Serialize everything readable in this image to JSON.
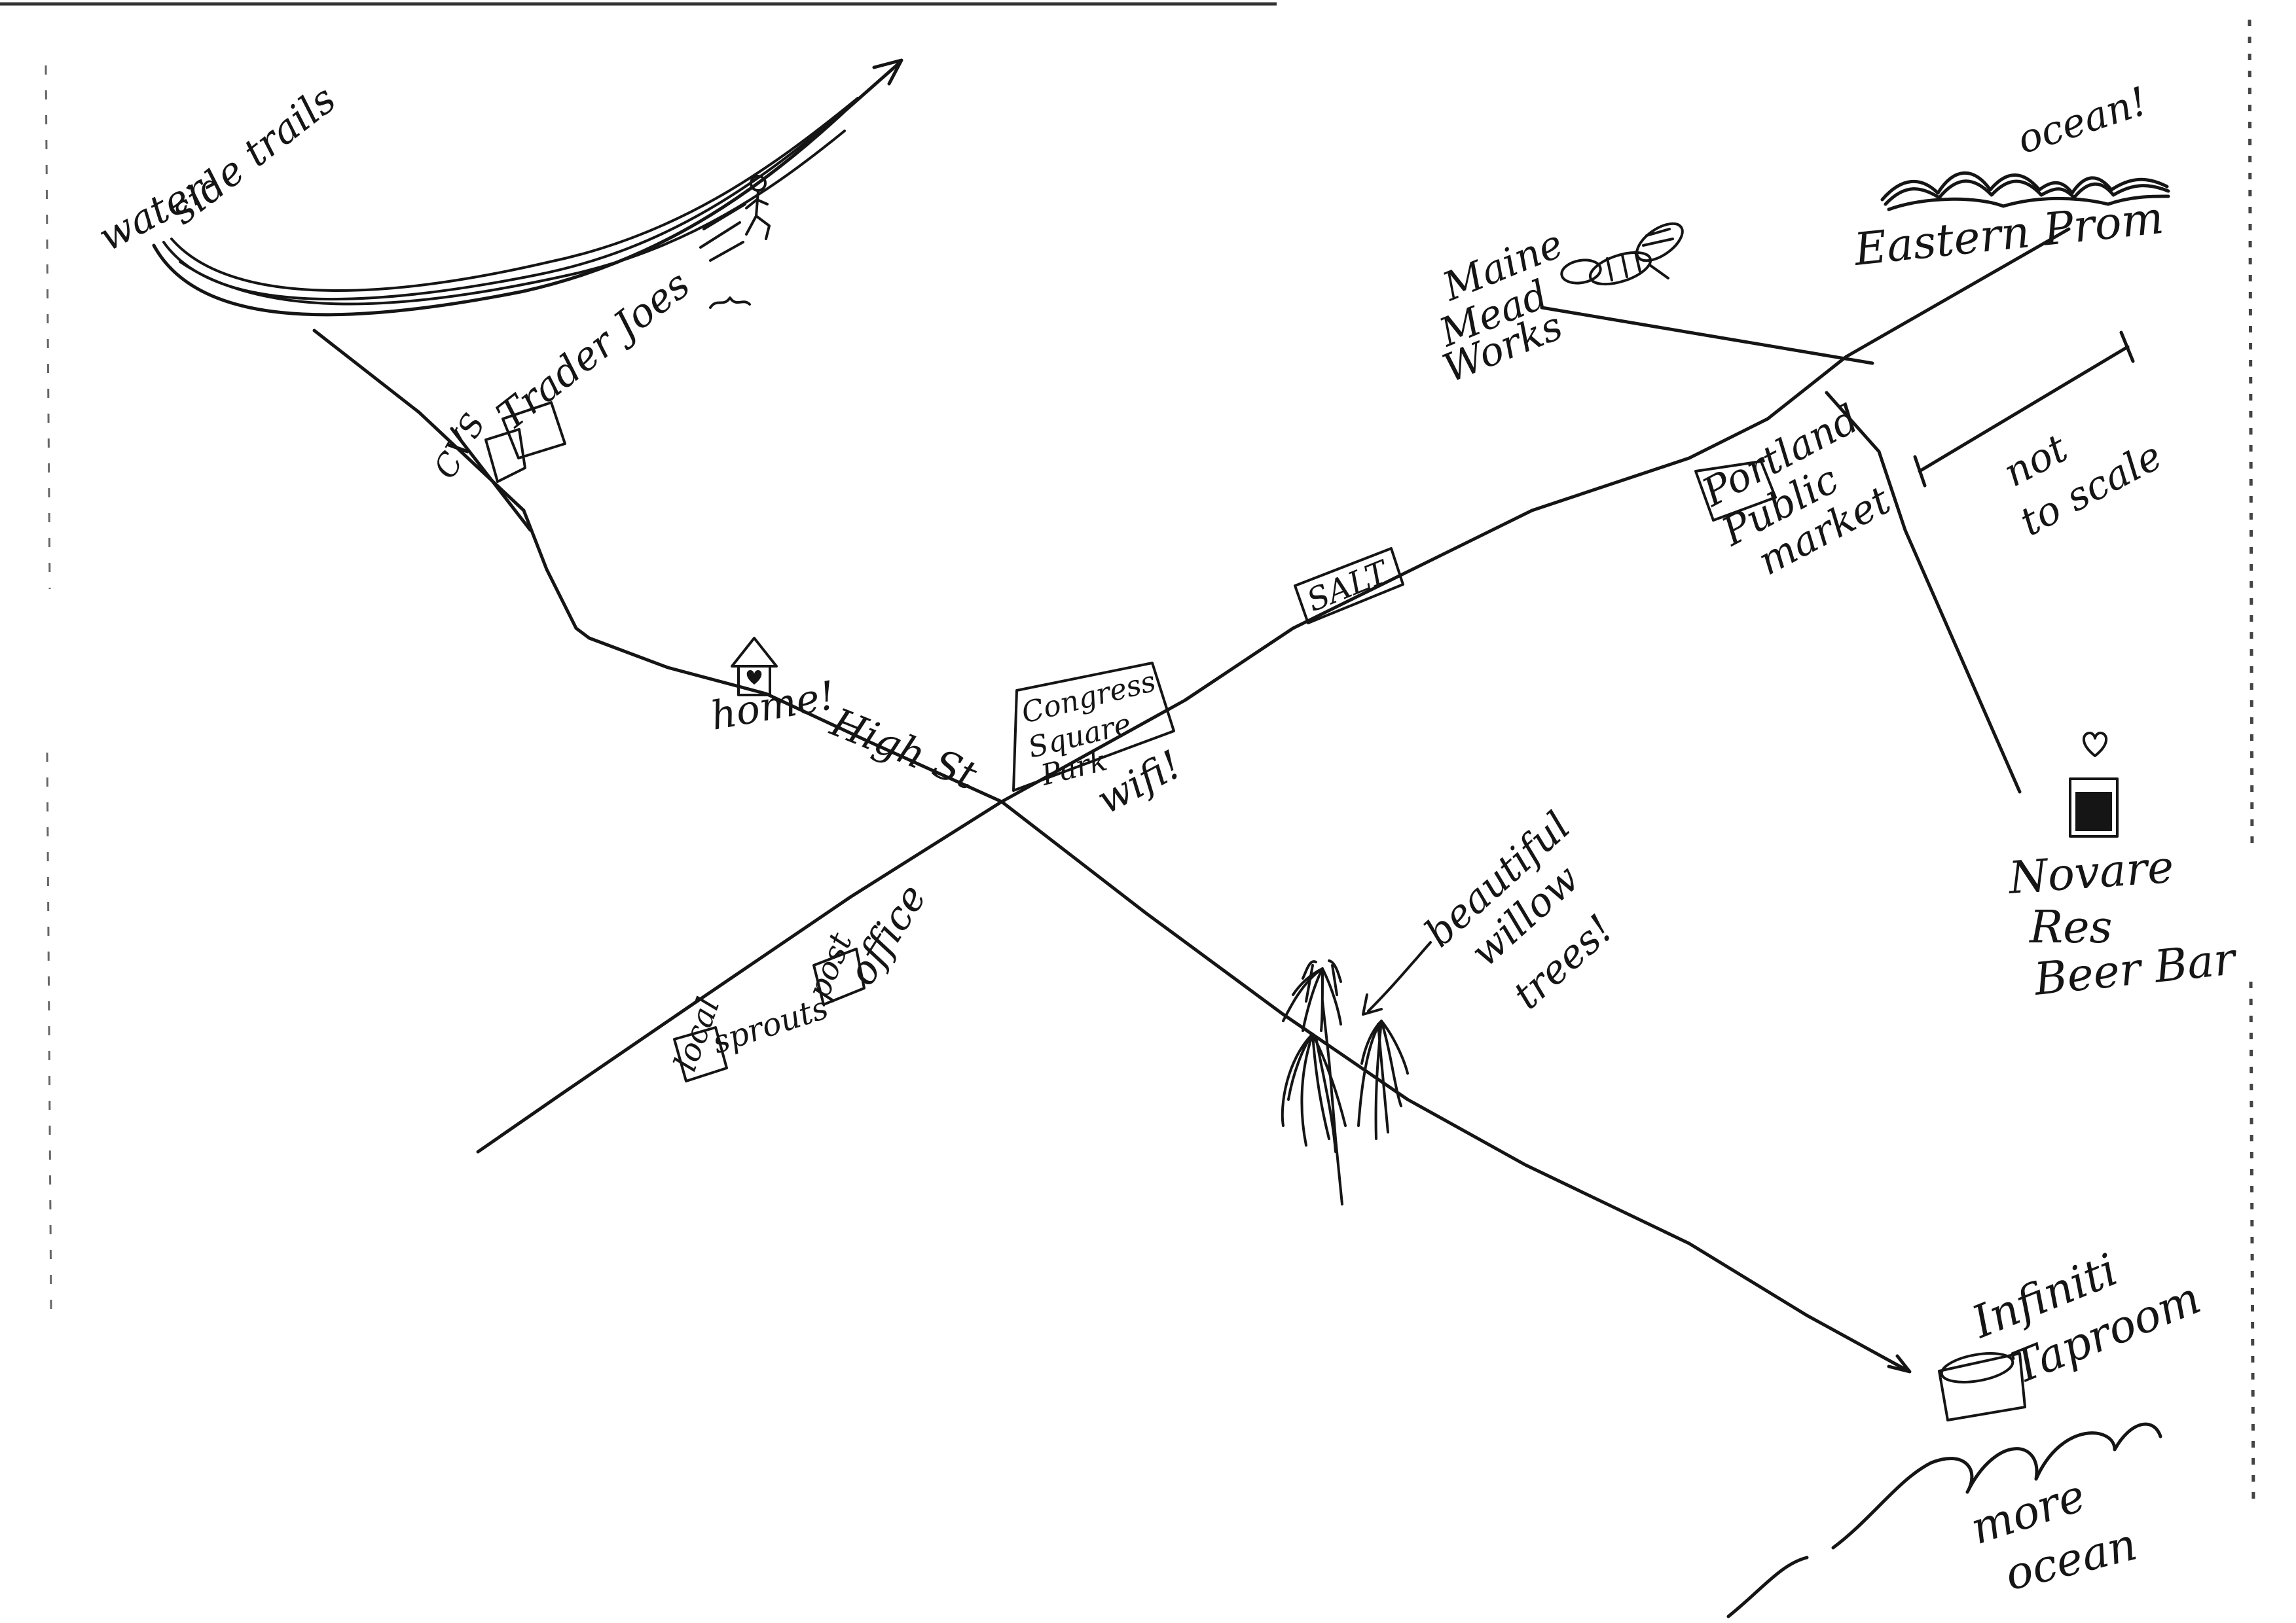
{
  "labels": {
    "waterside_line1": "water-",
    "waterside_line2": "side trails",
    "trader_joes": "Trader Joes",
    "cvs": "CVS",
    "home": "home!",
    "high_st": "High St",
    "congress_line1": "Congress",
    "congress_line2": "Square",
    "congress_line3": "Park",
    "wifi": "wifi!",
    "salt": "SALT",
    "portland_line1": "Portland",
    "portland_line2": "Public",
    "portland_line3": "market",
    "maine_line1": "Maine",
    "maine_line2": "Mead",
    "maine_line3": "Works",
    "ocean": "ocean!",
    "eastern_prom": "Eastern Prom",
    "not_to_line1": "not",
    "not_to_line2": "to scale",
    "novare_line1": "Novare",
    "novare_line2": "Res",
    "novare_line3": "Beer Bar",
    "post_line1": "post",
    "post_line2": "office",
    "local_line1": "local",
    "local_line2": "sprouts",
    "willow_line1": "beautiful",
    "willow_line2": "willow",
    "willow_line3": "trees!",
    "infiniti_line1": "Infiniti",
    "infiniti_line2": "Taproom",
    "more_ocean_line1": "more",
    "more_ocean_line2": "ocean"
  },
  "icons": {
    "bee": "bee-icon",
    "house": "house-icon",
    "heart": "heart-icon",
    "hiker": "hiker-icon",
    "willow": "willow-tree-icon",
    "waves": "ocean-waves-icon"
  },
  "colors": {
    "ink": "#151515",
    "paper": "#ffffff"
  }
}
